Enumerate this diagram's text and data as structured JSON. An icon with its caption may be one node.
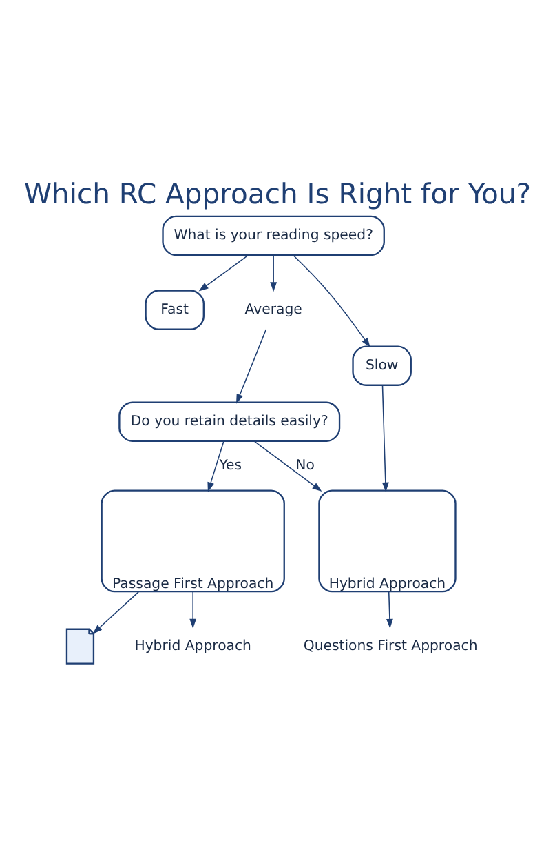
{
  "diagram": {
    "title": "Which RC Approach Is Right for You?",
    "nodes": [
      {
        "text": [
          "What is your reading speed?"
        ]
      },
      {
        "text": [
          "Fast"
        ]
      },
      {
        "text": [
          "Average"
        ]
      },
      {
        "text": [
          "Slow"
        ]
      },
      {
        "text": [
          "Do you retain details easily?"
        ]
      },
      {
        "text": [
          "Passage First Approach"
        ]
      },
      {
        "text": [
          "Hybrid Approach"
        ]
      },
      {
        "text": [],
        "shape": "document"
      },
      {
        "text": [
          "Hybrid Approach"
        ]
      },
      {
        "text": [
          "Questions First Approach"
        ]
      }
    ],
    "edges": [
      {
        "from": 0,
        "to": 1,
        "arrow": "to"
      },
      {
        "from": 0,
        "to": 2,
        "arrow": "to"
      },
      {
        "from": 0,
        "to": 3,
        "arrow": "to"
      },
      {
        "from": 2,
        "to": 4,
        "arrow": "to"
      },
      {
        "from": 4,
        "to": 5,
        "arrow": "to",
        "label": "Yes"
      },
      {
        "from": 4,
        "to": 6,
        "arrow": "to",
        "label": "No"
      },
      {
        "from": 3,
        "to": 6,
        "arrow": "to"
      },
      {
        "from": 5,
        "to": 7,
        "arrow": "to"
      },
      {
        "from": 5,
        "to": 8,
        "arrow": "to"
      },
      {
        "from": 6,
        "to": 9,
        "arrow": "to"
      }
    ]
  }
}
